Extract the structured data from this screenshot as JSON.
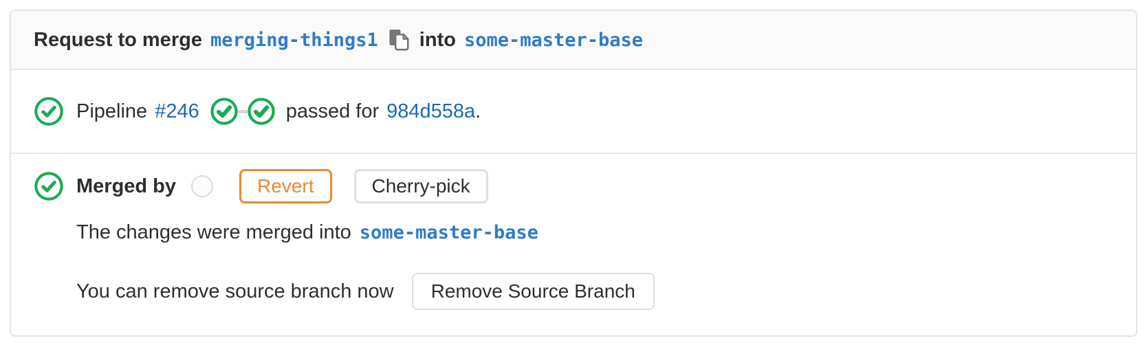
{
  "colors": {
    "success_green": "#1aaa55",
    "link_blue": "#1b69b6",
    "branch_blue": "#2e7cc9",
    "warning_orange": "#e78b2f",
    "header_bg": "#fafafa",
    "border_gray": "#e3e3e3"
  },
  "header": {
    "prefix": "Request to merge",
    "source_branch": "merging-things1",
    "middle": "into",
    "target_branch": "some-master-base"
  },
  "pipeline": {
    "label": "Pipeline",
    "number": "#246",
    "status_text": "passed for",
    "commit": "984d558a",
    "period": "."
  },
  "merged": {
    "label": "Merged by",
    "revert_label": "Revert",
    "cherry_pick_label": "Cherry-pick",
    "changes_prefix": "The changes were merged into",
    "target_branch": "some-master-base",
    "remove_text": "You can remove source branch now",
    "remove_button_label": "Remove Source Branch"
  }
}
